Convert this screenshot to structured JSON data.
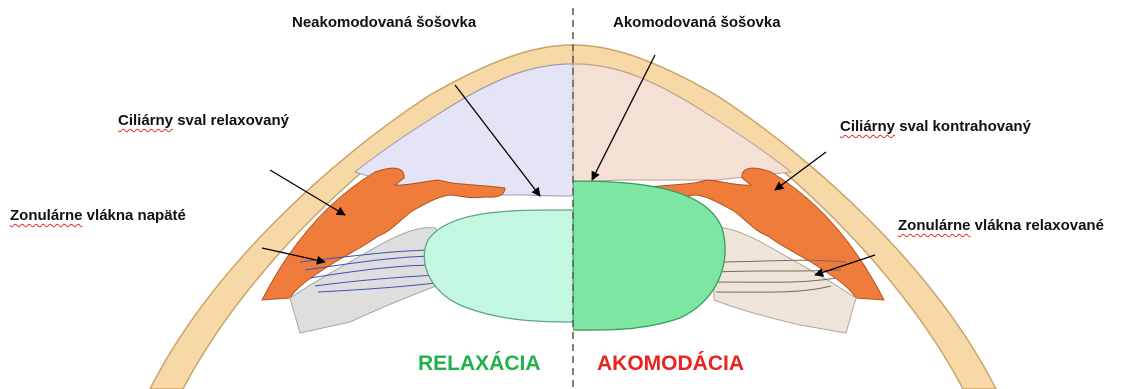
{
  "labels": {
    "unaccommodated_lens": "Neakomodovaná šošovka",
    "accommodated_lens": "Akomodovaná šošovka",
    "ciliary_relaxed_word1": "Ciliárny",
    "ciliary_relaxed_rest": " sval relaxovaný",
    "ciliary_contracted_word1": "Ciliárny",
    "ciliary_contracted_rest": " sval kontrahovaný",
    "zonular_tense_word1": "Zonulárne",
    "zonular_tense_rest": " vlákna napäté",
    "zonular_relaxed_word1": "Zonulárne",
    "zonular_relaxed_rest": " vlákna relaxované"
  },
  "states": {
    "left": "RELAXÁCIA",
    "right": "AKOMODÁCIA"
  },
  "colors": {
    "relaxation_text": "#22b04a",
    "accommodation_text": "#e8241c",
    "sclera": "#f6d9a6",
    "sclera_outline": "#c9a46a",
    "ciliary_muscle": "#f07c3c",
    "anterior_chamber_left": "#e4e4f6",
    "anterior_chamber_right": "#f5e0d6",
    "lens_left": "#c3f7e0",
    "lens_right": "#7ce6a2",
    "zonule_area": "#dedede"
  }
}
